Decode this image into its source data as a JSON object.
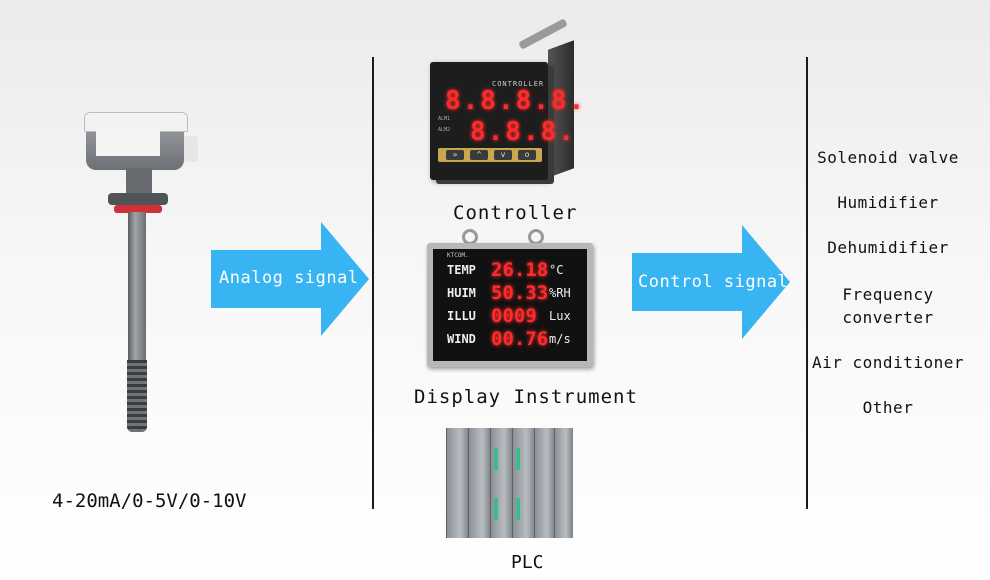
{
  "sensor": {
    "output_label": "4-20mA/0-5V/0-10V"
  },
  "arrows": {
    "input_label": "Analog signal",
    "output_label": "Control signal",
    "color": "#38b4f2"
  },
  "devices": {
    "controller": {
      "caption": "Controller",
      "panel_title": "CONTROLLER",
      "display_top": "8.8.8.8.",
      "display_bottom": "8.8.8.",
      "alarm1": "ALM1",
      "alarm2": "ALM2"
    },
    "display_instrument": {
      "caption": "Display Instrument",
      "brand": "KTCOM.",
      "rows": [
        {
          "name": "TEMP",
          "value": "26.18",
          "unit": "°C"
        },
        {
          "name": "HUIM",
          "value": "50.33",
          "unit": "%RH"
        },
        {
          "name": "ILLU",
          "value": "0009",
          "unit": "Lux"
        },
        {
          "name": "WIND",
          "value": "00.76",
          "unit": "m/s"
        }
      ]
    },
    "plc": {
      "caption": "PLC"
    }
  },
  "outputs": [
    "Solenoid valve",
    "Humidifier",
    "Dehumidifier",
    "Frequency\nconverter",
    "Air conditioner",
    "Other"
  ]
}
